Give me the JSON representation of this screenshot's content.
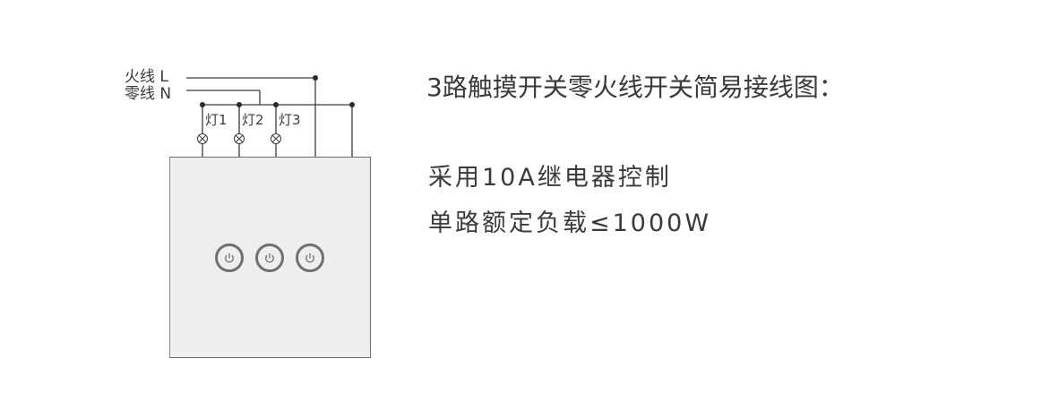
{
  "diagram": {
    "live_label": "火线 L",
    "neutral_label": "零线 N",
    "lamps": [
      {
        "label": "灯1"
      },
      {
        "label": "灯2"
      },
      {
        "label": "灯3"
      }
    ],
    "buttons": [
      {
        "icon": "power-icon"
      },
      {
        "icon": "power-icon"
      },
      {
        "icon": "power-icon"
      }
    ],
    "colors": {
      "wire": "#3a3a3a",
      "panel_fill": "#eeeeee",
      "button_ring": "#707070"
    }
  },
  "text": {
    "title": "3路触摸开关零火线开关简易接线图：",
    "spec_line1": "采用10A继电器控制",
    "spec_line2": "单路额定负载≤1000W"
  }
}
